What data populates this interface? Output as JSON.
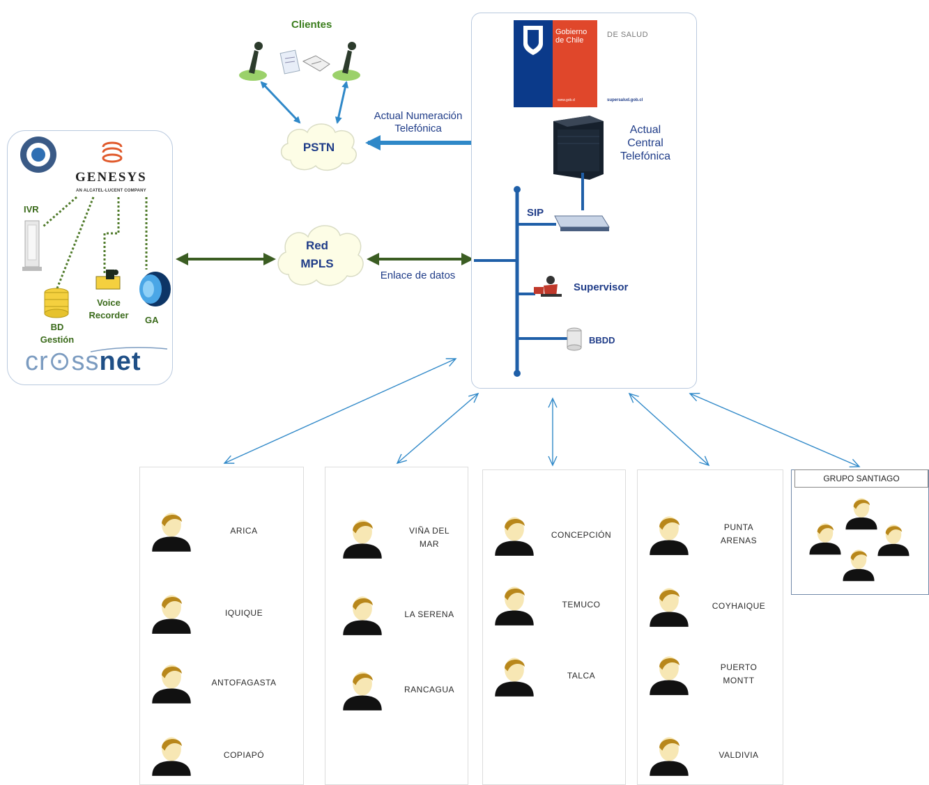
{
  "clients": {
    "label": "Clientes"
  },
  "pstn": {
    "label": "PSTN"
  },
  "mpls": {
    "line1": "Red",
    "line2": "MPLS"
  },
  "links": {
    "numeracion_line1": "Actual Numeración",
    "numeracion_line2": "Telefónica",
    "enlace": "Enlace de datos"
  },
  "genesys": {
    "title": "GENESYS",
    "subtitle": "AN ALCATEL-LUCENT COMPANY",
    "ivr": "IVR",
    "bd_line1": "BD",
    "bd_line2": "Gestión",
    "voice_line1": "Voice",
    "voice_line2": "Recorder",
    "ga": "GA",
    "brand_a": "cr",
    "brand_b": "ss",
    "brand_c": "net"
  },
  "central": {
    "gov_line1": "Gobierno",
    "gov_line2": "de Chile",
    "gov_url": "www.gob.cl",
    "salud": "DE SALUD",
    "salud_url": "supersalud.gob.cl",
    "pbx_line1": "Actual",
    "pbx_line2": "Central",
    "pbx_line3": "Telefónica",
    "sip": "SIP",
    "supervisor": "Supervisor",
    "bbdd": "BBDD"
  },
  "regions": [
    {
      "cities": [
        [
          "ARICA"
        ],
        [
          "IQUIQUE"
        ],
        [
          "ANTOFAGASTA"
        ],
        [
          "COPIAPÓ"
        ]
      ]
    },
    {
      "cities": [
        [
          "VIÑA DEL",
          "MAR"
        ],
        [
          "LA SERENA"
        ],
        [
          "RANCAGUA"
        ]
      ]
    },
    {
      "cities": [
        [
          "CONCEPCIÓN"
        ],
        [
          "TEMUCO"
        ],
        [
          "TALCA"
        ]
      ]
    },
    {
      "cities": [
        [
          "PUNTA",
          "ARENAS"
        ],
        [
          "COYHAIQUE"
        ],
        [
          "PUERTO",
          "MONTT"
        ],
        [
          "VALDIVIA"
        ]
      ]
    }
  ],
  "group": {
    "title": "GRUPO SANTIAGO"
  },
  "colors": {
    "link_blue": "#2f88c8",
    "mpls_green": "#3b5d22",
    "bus_blue": "#1f5fa8",
    "text_navy": "#1f3c88",
    "label_green": "#3a6a1a"
  }
}
